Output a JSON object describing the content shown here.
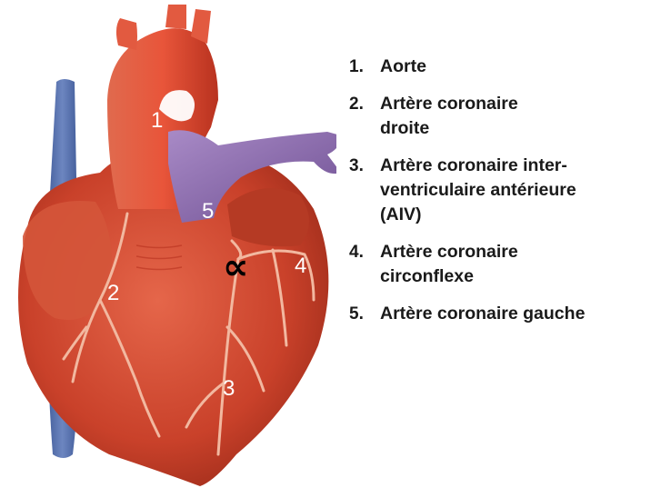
{
  "figure": {
    "markers": [
      "1",
      "2",
      "3",
      "4",
      "5"
    ],
    "occlusion_symbol": "∝"
  },
  "legend": {
    "items": [
      {
        "index": "1.",
        "text": "Aorte"
      },
      {
        "index": "2.",
        "text": "Artère coronaire\ndroite"
      },
      {
        "index": "3.",
        "text": "Artère coronaire inter-\nventriculaire antérieure\n(AIV)"
      },
      {
        "index": "4.",
        "text": "Artère coronaire\ncirconflexe"
      },
      {
        "index": "5.",
        "text": "Artère coronaire gauche"
      }
    ]
  },
  "colors": {
    "myocardium": "#c9412a",
    "aorta": "#d8452c",
    "pulmonary": "#8a6aa8",
    "vena_cava": "#4f6aa8",
    "vessels": "#f2b8a0"
  }
}
